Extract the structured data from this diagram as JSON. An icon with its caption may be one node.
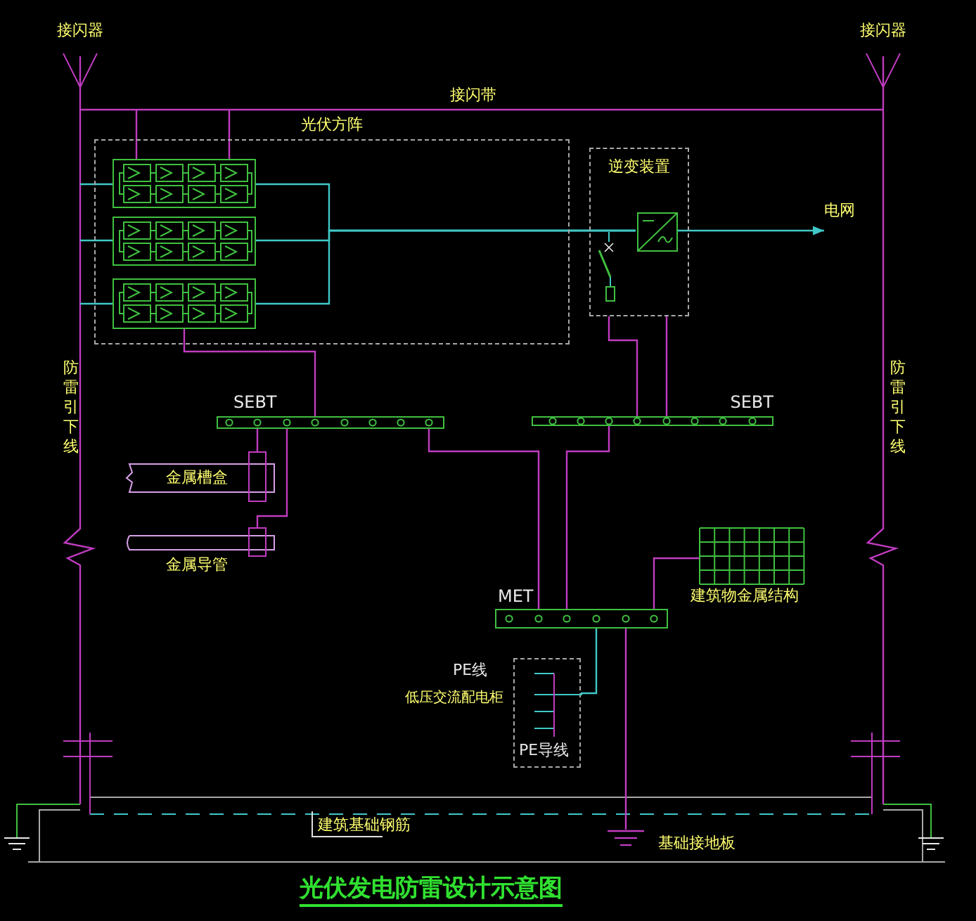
{
  "diagram": {
    "title": "光伏发电防雷设计示意图",
    "nodes": [
      {
        "text": [
          "接闪器"
        ]
      },
      {
        "text": [
          "接闪器"
        ]
      },
      {
        "text": [
          "光伏方阵"
        ]
      },
      {
        "text": [],
        "shape": "box",
        "in": 2
      },
      {
        "text": [],
        "shape": "box",
        "in": 2
      },
      {
        "text": [],
        "shape": "box",
        "in": 2
      },
      {
        "text": [
          "逆变装置"
        ]
      },
      {
        "text": [],
        "shape": "box",
        "in": 6
      },
      {
        "text": [
          "电网"
        ]
      },
      {
        "text": [
          "SEBT"
        ]
      },
      {
        "text": [
          "SEBT"
        ]
      },
      {
        "text": [
          "金属槽盒"
        ]
      },
      {
        "text": [
          "金属导管"
        ]
      },
      {
        "text": [
          "MET"
        ]
      },
      {
        "text": [
          "建筑物金属结构"
        ]
      },
      {
        "text": [
          "PE导线"
        ],
        "beside": [
          "PE线",
          "低压交流配电柜"
        ]
      },
      {
        "text": [
          "基础接地板"
        ]
      }
    ],
    "edges": [
      {
        "from": 0,
        "to": 1,
        "arrow": "none",
        "label": "接闪带"
      },
      {
        "from": 3,
        "to": null,
        "arrow": "none"
      },
      {
        "from": 3,
        "to": null,
        "arrow": "none"
      },
      {
        "from": 0,
        "to": null,
        "arrow": "none",
        "label": "防雷引下线"
      },
      {
        "from": 1,
        "to": null,
        "arrow": "none",
        "label": "防雷引下线"
      },
      {
        "from": 3,
        "to": null,
        "arrow": "none",
        "color": "#40c8c8"
      },
      {
        "from": 4,
        "to": null,
        "arrow": "none",
        "color": "#40c8c8"
      },
      {
        "from": 5,
        "to": null,
        "arrow": "none",
        "color": "#40c8c8"
      },
      {
        "from": 3,
        "to": 7,
        "arrow": "none",
        "color": "#40c8c8"
      },
      {
        "from": 4,
        "to": 7,
        "arrow": "none",
        "color": "#40c8c8"
      },
      {
        "from": 5,
        "to": 7,
        "arrow": "none",
        "color": "#40c8c8"
      },
      {
        "from": 7,
        "to": 8,
        "arrow": "to",
        "color": "#40c8c8"
      },
      {
        "from": 5,
        "to": 9,
        "arrow": "none"
      },
      {
        "from": 6,
        "to": 10,
        "arrow": "none"
      },
      {
        "from": 6,
        "to": 10,
        "arrow": "none"
      },
      {
        "from": 9,
        "to": 11,
        "arrow": "none"
      },
      {
        "from": 9,
        "to": 12,
        "arrow": "none"
      },
      {
        "from": 9,
        "to": 13,
        "arrow": "none"
      },
      {
        "from": 10,
        "to": 13,
        "arrow": "none"
      },
      {
        "from": 13,
        "to": 14,
        "arrow": "none"
      },
      {
        "from": 13,
        "to": 15,
        "arrow": "none",
        "color": "#40c8c8"
      },
      {
        "from": 13,
        "to": 16,
        "arrow": "none"
      }
    ],
    "labels": [
      "建筑基础钢筋"
    ]
  }
}
